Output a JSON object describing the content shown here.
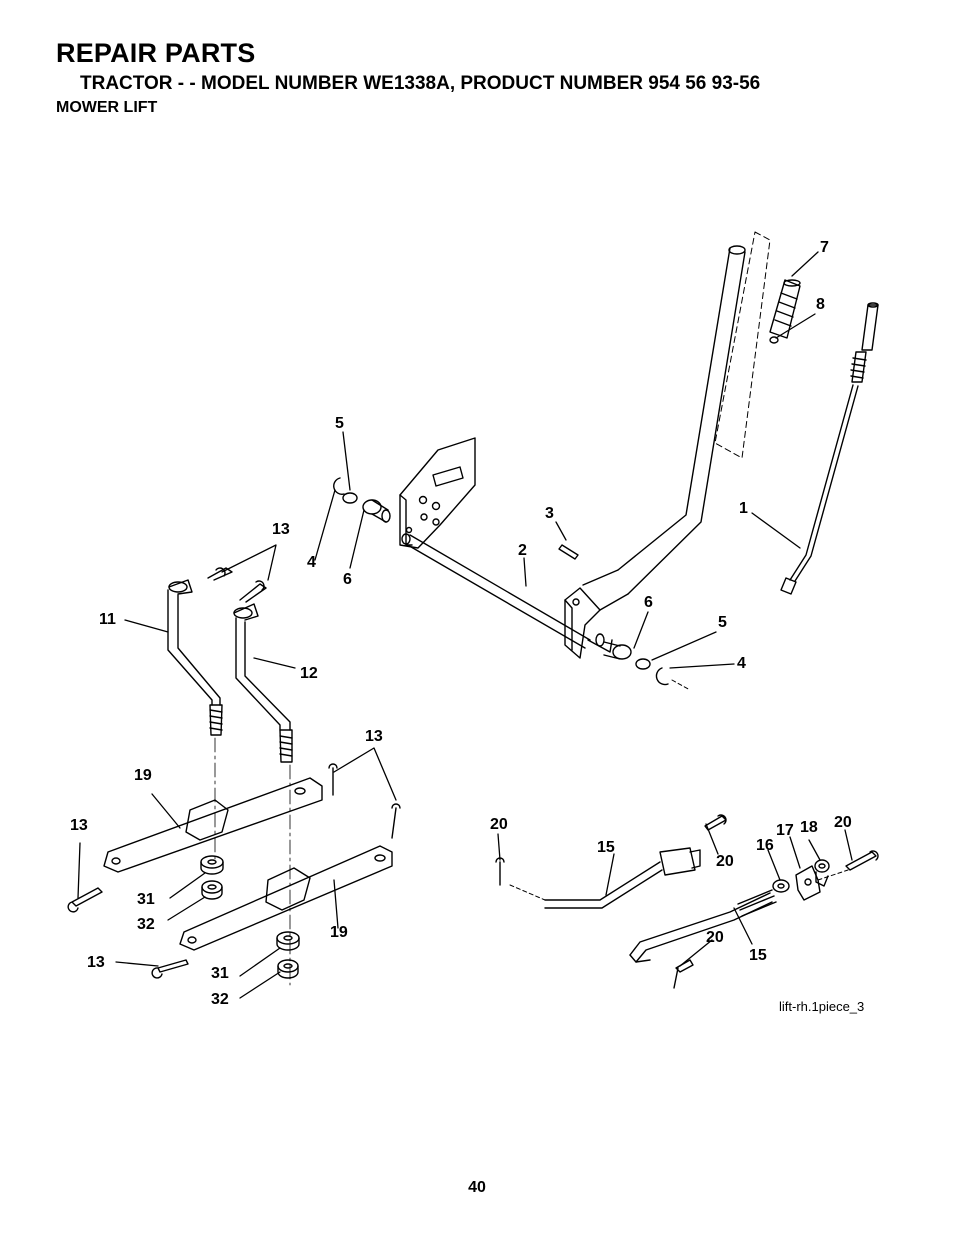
{
  "header": {
    "title": "REPAIR PARTS",
    "subtitle": "TRACTOR - - MODEL NUMBER WE1338A, PRODUCT NUMBER 954 56 93-56",
    "section": "MOWER LIFT"
  },
  "diagram": {
    "callouts": [
      "7",
      "8",
      "5",
      "1",
      "3",
      "13",
      "2",
      "4",
      "6",
      "11",
      "6",
      "5",
      "12",
      "4",
      "13",
      "19",
      "13",
      "20",
      "17",
      "18",
      "20",
      "15",
      "16",
      "20",
      "31",
      "32",
      "19",
      "20",
      "15",
      "13",
      "31",
      "32"
    ],
    "drawing_code": "lift-rh.1piece_3"
  },
  "footer": {
    "page_number": "40"
  }
}
